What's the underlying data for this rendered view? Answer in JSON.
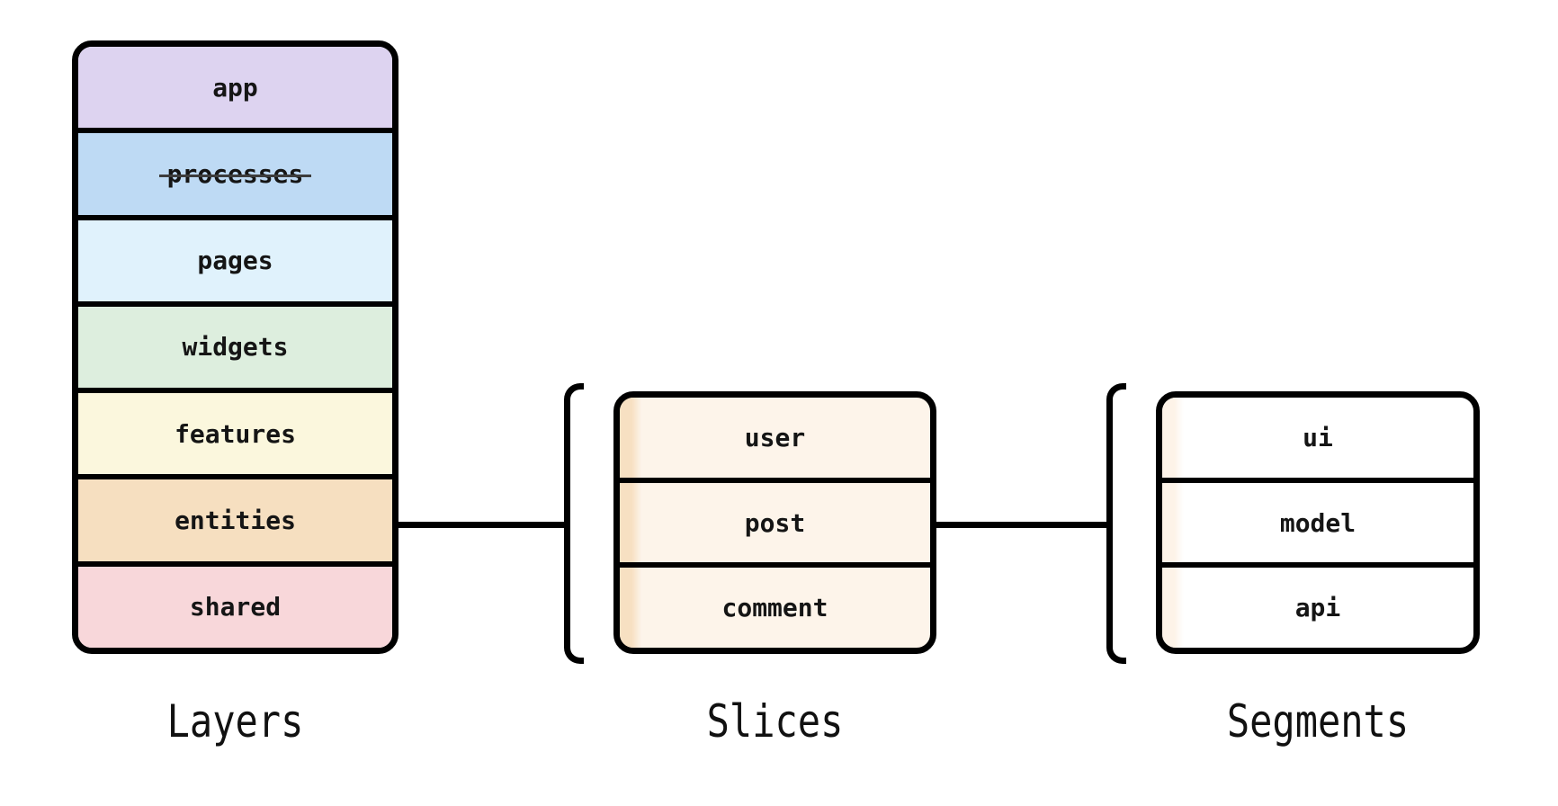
{
  "diagram": {
    "line_color": "#000000",
    "text_color": "#151515",
    "columns": [
      {
        "title": "Layers",
        "items": [
          {
            "label": "app",
            "color": "#ddd3f0",
            "strikethrough": false
          },
          {
            "label": "processes",
            "color": "#bedaf4",
            "strikethrough": true
          },
          {
            "label": "pages",
            "color": "#e0f2fc",
            "strikethrough": false
          },
          {
            "label": "widgets",
            "color": "#ddeede",
            "strikethrough": false
          },
          {
            "label": "features",
            "color": "#fbf7dd",
            "strikethrough": false
          },
          {
            "label": "entities",
            "color": "#f6dfc0",
            "strikethrough": false
          },
          {
            "label": "shared",
            "color": "#f8d7da",
            "strikethrough": false
          }
        ]
      },
      {
        "title": "Slices",
        "fill": "#fdf4ea",
        "accent_strip": "#f7e0c2",
        "items": [
          {
            "label": "user"
          },
          {
            "label": "post"
          },
          {
            "label": "comment"
          }
        ]
      },
      {
        "title": "Segments",
        "fill": "#ffffff",
        "accent_strip": "#fdf3e8",
        "items": [
          {
            "label": "ui"
          },
          {
            "label": "model"
          },
          {
            "label": "api"
          }
        ]
      }
    ]
  }
}
